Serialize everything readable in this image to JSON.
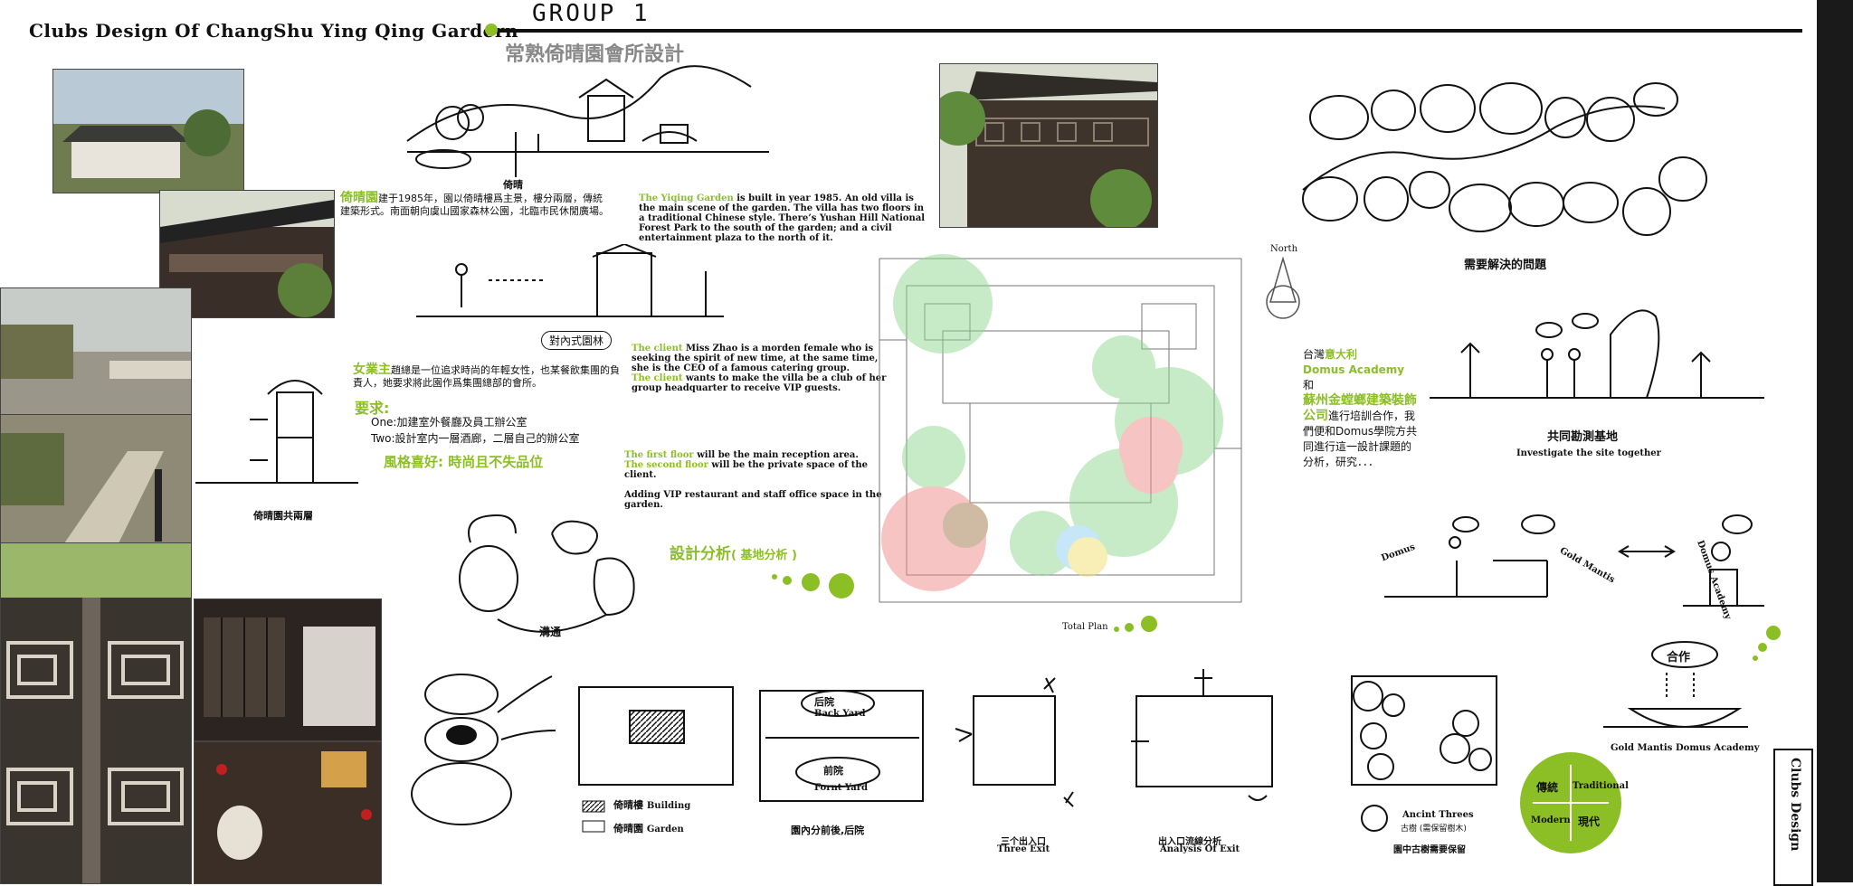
{
  "header": {
    "title": "Clubs Design  Of  ChangShu  Ying  Qing  Gardern",
    "group": "GROUP 1",
    "cn_title": "常熟倚晴園會所設計"
  },
  "intro": {
    "cn_title": "倚晴園",
    "cn_text": "建于1985年，園以倚晴樓爲主景，樓分兩層，傳統建築形式。南面朝向虞山國家森林公園，北臨市民休閒廣場。",
    "en_title": "The Yiqing Garden",
    "en_text": "is built in year 1985. An old villa is the main scene of the garden. The villa has two floors in a traditional Chinese style.  There’s Yushan Hill National Forest Park to the south of the garden; and a civil entertainment plaza to the north of it."
  },
  "client": {
    "cn_title": "女業主",
    "cn_text": "趙總是一位追求時尚的年輕女性，也某餐飲集團的負責人，她要求將此園作爲集團總部的會所。",
    "req_title": "要求:",
    "req_one": "One:加建室外餐廳及員工辦公室",
    "req_two": "Two:設計室内一層酒廊，二層自己的辦公室",
    "style_label": "風格喜好:",
    "style_text": "時尚且不失品位",
    "en_client_label": "The client",
    "en_client_text": "Miss Zhao is a morden female who is seeking the spirit of new time, at the same time, she is the CEO of a famous catering group.",
    "en_client_label2": "The client",
    "en_client_text2": "wants to make the villa be a club of her group headquarter to receive VIP guests.",
    "en_first": "The first floor",
    "en_first_text": "will be the main reception area.",
    "en_second": "The second floor",
    "en_second_text": "will be the  private space of the client.",
    "en_adding": "Adding VIP restaurant and staff office space in the garden."
  },
  "sketch_labels": {
    "top_sketch": "倚晴",
    "two_floors": "倚晴園共兩層",
    "internal": "對內式園林",
    "communication": "溝通",
    "analysis": "設計分析",
    "analysis_sub": "( 基地分析 )",
    "total_plan": "Total Plan",
    "north": "North",
    "problems": "需要解決的問題",
    "investigate_cn": "共同勘測基地",
    "investigate_en": "Investigate the site together",
    "cooperate": "合作",
    "gold_mantis": "Gold Mantis",
    "domus_academy": "Domus Academy",
    "domus": "Domus",
    "building_cn": "倚晴樓",
    "building_en": "Building",
    "garden_cn": "倚晴園",
    "garden_en": "Garden",
    "back_yard_cn": "后院",
    "back_yard_en": "Back Yard",
    "front_yard_cn": "前院",
    "front_yard_en": "Fornt Yard",
    "front_back_caption": "園內分前後,后院",
    "three_exit_cn": "三个出入口",
    "three_exit_en": "Three Exit",
    "exit_analysis_cn": "出入口流線分析",
    "exit_analysis_en": "Analysis Of Exit",
    "ancient_trees_en": "Ancint Threes",
    "ancient_trees_cn": "古樹 (需保留樹木)",
    "trees_caption": "園中古樹需要保留"
  },
  "domus_note": {
    "prefix": "台灣",
    "italy": "意大利",
    "domus": "Domus Academy",
    "and": "和",
    "suzhou": "蘇州金螳螂建築裝飾公司",
    "rest": "進行培訓合作，我們便和Domus學院方共同進行這一設計課題的分析，研究．．．"
  },
  "badge": {
    "tl": "傳統",
    "tr": "Traditional",
    "bl": "Modern",
    "br": "現代"
  },
  "side_label": "Clubs Design",
  "colors": {
    "accent": "#8cbf26",
    "ink": "#111111",
    "grey_title": "#888888"
  }
}
